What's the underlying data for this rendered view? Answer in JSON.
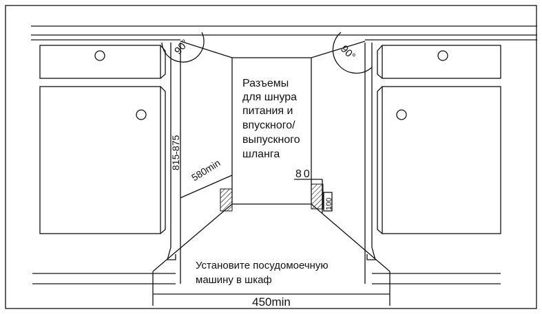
{
  "labels": {
    "angle_left": "90°",
    "angle_right": "90°",
    "height_range": "815-875",
    "depth_min": "580min",
    "connectors": [
      "Разъемы",
      "для шнура",
      "питания и",
      "впускного/",
      "выпускного",
      "шланга"
    ],
    "offset_80": "80",
    "offset_100": "100",
    "install": [
      "Установите посудомоечную",
      "машину в шкаф"
    ],
    "width_min": "450min"
  }
}
